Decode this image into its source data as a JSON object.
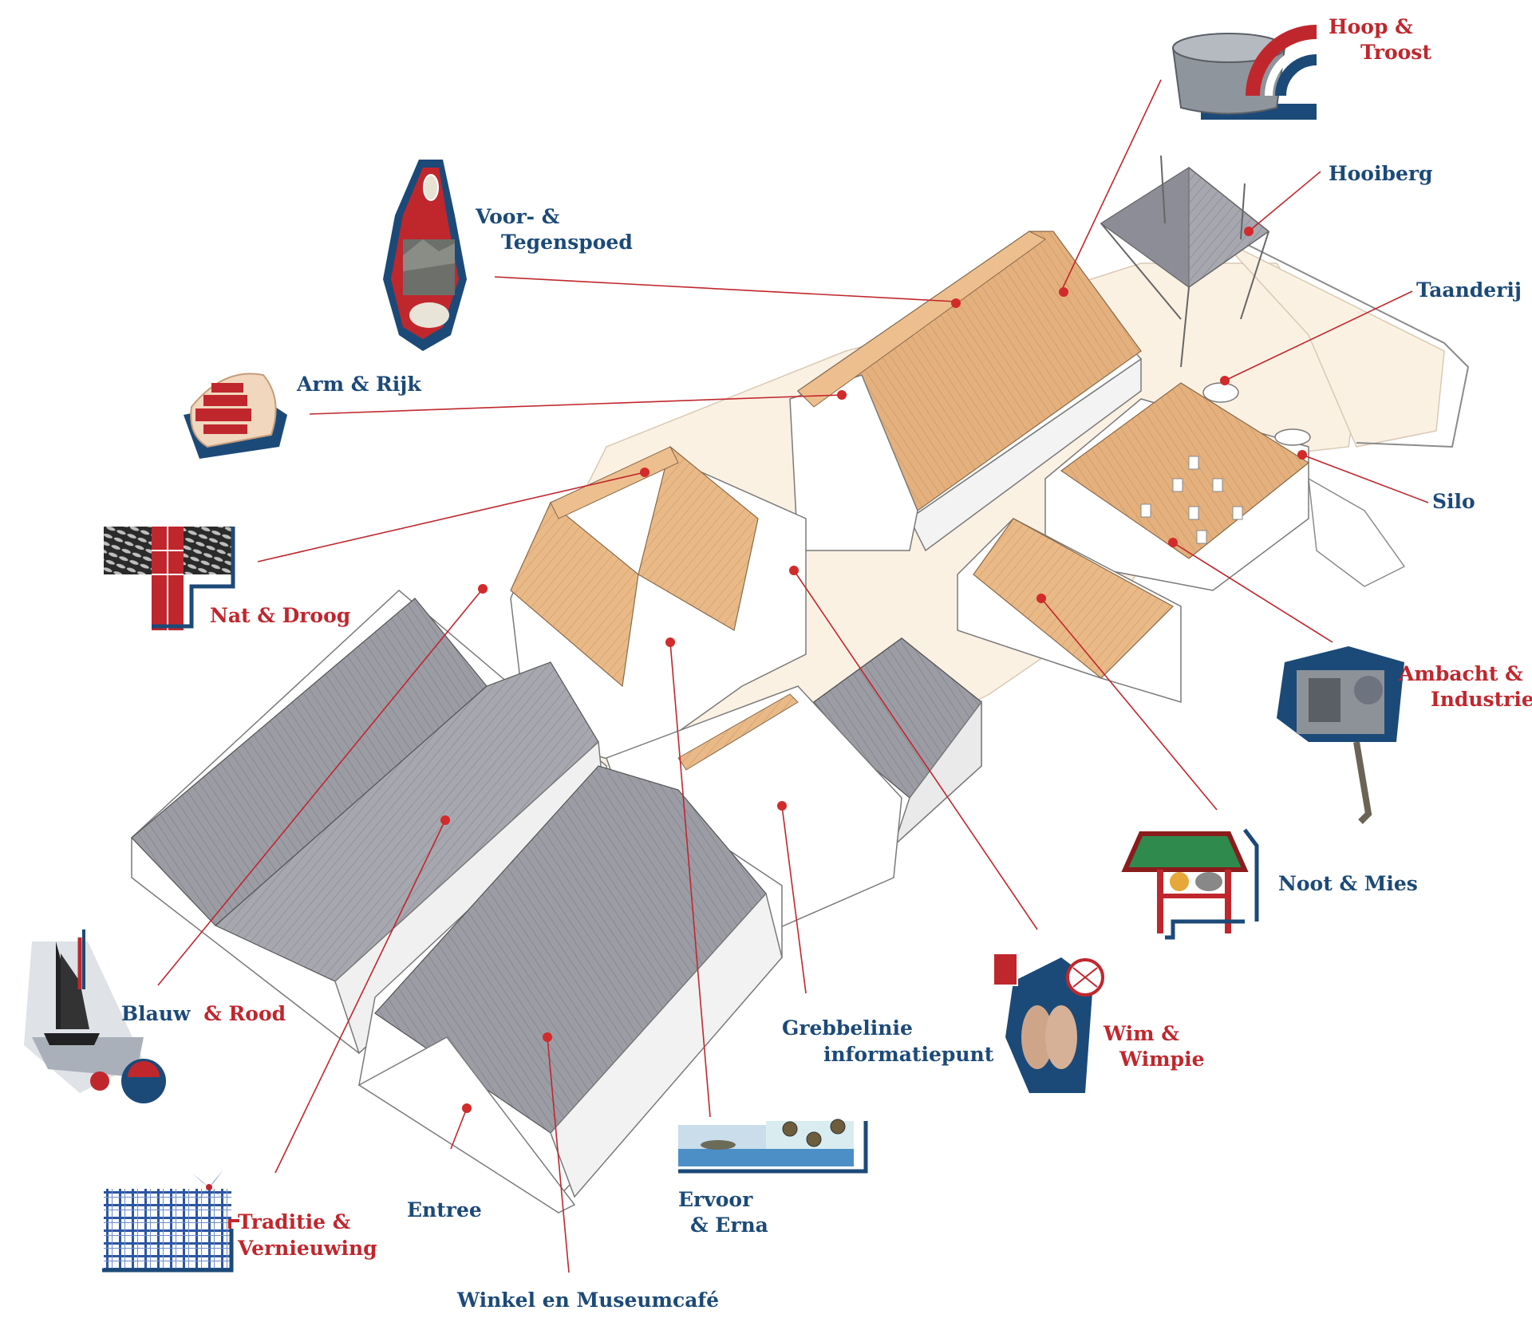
{
  "colors": {
    "blue": "#1c4a78",
    "red": "#c0272d",
    "roof_orange": "#e2ae7a",
    "roof_grey": "#9a9aa3",
    "courtyard": "#fbf0e0",
    "leader": "#c0272d"
  },
  "labels": {
    "hoop_troost": {
      "line1_red": "Hoop &",
      "line2_red": "Troost"
    },
    "hooiberg": {
      "text": "Hooiberg"
    },
    "taanderij": {
      "text": "Taanderij"
    },
    "silo": {
      "text": "Silo"
    },
    "voor_tegenspoed": {
      "line1": "Voor- &",
      "line2": "Tegenspoed"
    },
    "arm_rijk": {
      "text": "Arm & Rijk"
    },
    "nat_droog": {
      "text": "Nat & Droog"
    },
    "ambacht_industrie": {
      "line1": "Ambacht &",
      "line2": "Industrie"
    },
    "noot_mies": {
      "text": "Noot & Mies"
    },
    "wim_wimpie": {
      "line1": "Wim &",
      "line2": "Wimpie"
    },
    "grebbelinie": {
      "line1": "Grebbelinie",
      "line2": "informatiepunt"
    },
    "blauw_rood": {
      "blue": "Blauw",
      "red": "& Rood"
    },
    "traditie": {
      "line1": "Traditie &",
      "line2": "Vernieuwing"
    },
    "entree": {
      "text": "Entree"
    },
    "ervoor_erna": {
      "line1": "Ervoor",
      "line2": "& Erna"
    },
    "winkel": {
      "text": "Winkel en Museumcafé"
    }
  },
  "icons": [
    "washtub-rainbow-icon",
    "award-shield-icon",
    "hands-coins-icon",
    "fish-grid-icon",
    "sailboat-icon",
    "tartan-pinwheel-icon",
    "river-coins-icon",
    "figures-rackets-icon",
    "table-cat-icon",
    "craftsman-machine-icon"
  ]
}
